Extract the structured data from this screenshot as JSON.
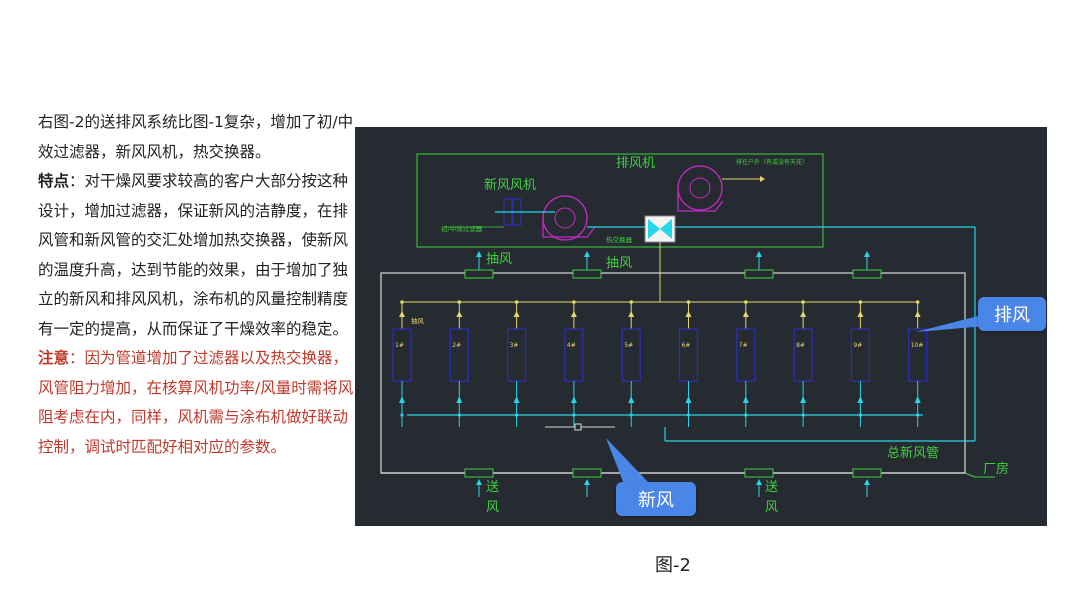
{
  "description": {
    "intro": "右图-2的送排风系统比图-1复杂，增加了初/中效过滤器，新风风机，热交换器。",
    "feature_lead": "特点",
    "feature_body": "：对干燥风要求较高的客户大部分按这种设计，增加过滤器，保证新风的洁静度，在排风管和新风管的交汇处增加热交换器，使新风的温度升高，达到节能的效果，由于增加了独立的新风和排风风机，涂布机的风量控制精度有一定的提高，从而保证了干燥效率的稳定。",
    "note_lead": "注意",
    "note_body": "：因为管道增加了过滤器以及热交换器，风管阻力增加，在核算风机功率/风量时需将风阻考虑在内，同样，风机需与涂布机做好联动控制，调试时匹配好相对应的参数。"
  },
  "diagram": {
    "exhaust_fan": "排风机",
    "fresh_air_fan": "新风风机",
    "filter": "初/中效过滤器",
    "heat_exchanger": "热交换器",
    "outlet_note": "排往户外（有或没有天花）",
    "suction_1": "抽风",
    "suction_2": "抽风",
    "suction_small": "抽风",
    "supply_1": "送风",
    "supply_2": "送风",
    "main_duct": "总新风管",
    "workshop": "厂房",
    "units": [
      "1#",
      "2#",
      "3#",
      "4#",
      "5#",
      "6#",
      "7#",
      "8#",
      "9#",
      "10#"
    ]
  },
  "callouts": {
    "exhaust": "排风",
    "fresh": "新风"
  },
  "caption": "图-2",
  "colors": {
    "bg": "#262a31",
    "green": "#3fd23f",
    "cyan": "#25d5e8",
    "magenta": "#c52bc5",
    "navy": "#2a2fb0",
    "yellow": "#e8d46a",
    "callout": "#4a86e8",
    "note_red": "#c0392b"
  }
}
